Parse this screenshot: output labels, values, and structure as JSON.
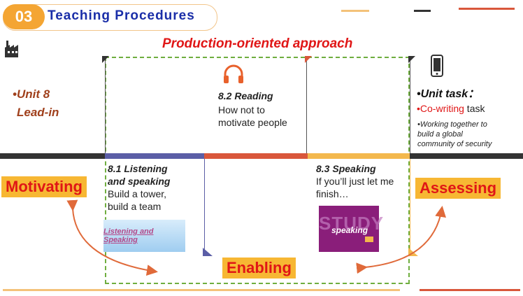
{
  "header": {
    "number": "03",
    "title": "Teaching Procedures"
  },
  "approach_title": "Production-oriented approach",
  "lead_in": {
    "line1": "•Unit 8",
    "line2": "Lead-in"
  },
  "reading": {
    "title": "8.2 Reading",
    "line1": "How not to",
    "line2": "motivate people"
  },
  "unit_task": {
    "title": "•Unit task：",
    "bullet_marker": "•",
    "cowriting": "Co-writing",
    "task_word": " task",
    "note_line1": "•Working together to",
    "note_line2": "build a global",
    "note_line3": "community of security"
  },
  "listening": {
    "title_line1": "8.1 Listening",
    "title_line2": "and speaking",
    "line1": "Build a tower,",
    "line2": "build a team",
    "image_label": "Listening and Speaking"
  },
  "speaking": {
    "title": "8.3 Speaking",
    "line1": "If you’ll just let me",
    "line2": "finish…",
    "image_word": "STUDY",
    "image_label": "speaking"
  },
  "stages": {
    "motivating": "Motivating",
    "enabling": "Enabling",
    "assessing": "Assessing"
  },
  "colors": {
    "accent_orange": "#f4a533",
    "title_blue": "#1a2ea8",
    "red": "#e01616",
    "tag_yellow": "#f7b733",
    "lead_in_brown": "#a0401c",
    "timeline_dark": "#333333",
    "timeline_blue": "#5b5ea6",
    "timeline_red": "#d9573b",
    "timeline_yellow": "#f3b84d",
    "dash_green": "#6fae3f"
  },
  "icons": [
    "factory-icon",
    "headphones-icon",
    "phone-icon"
  ]
}
